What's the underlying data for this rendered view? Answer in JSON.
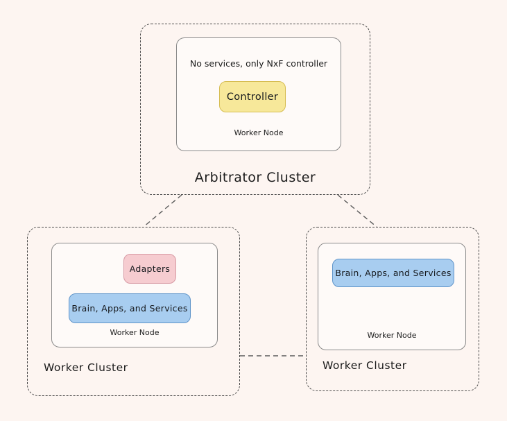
{
  "diagram": {
    "background_color": "#fdf5f1",
    "clusters": [
      {
        "id": "arbitrator",
        "label": "Arbitrator Cluster",
        "node": {
          "label": "Worker Node",
          "note": "No services, only NxF controller",
          "pills": [
            {
              "label": "Controller",
              "color": "#f7e89a",
              "border_color": "#d6bd52"
            }
          ]
        }
      },
      {
        "id": "worker-left",
        "label": "Worker Cluster",
        "node": {
          "label": "Worker Node",
          "pills": [
            {
              "label": "Adapters",
              "color": "#f6ccd0",
              "border_color": "#d79aa4"
            },
            {
              "label": "Brain, Apps, and Services",
              "color": "#a8cdf0",
              "border_color": "#5f94c9"
            }
          ]
        }
      },
      {
        "id": "worker-right",
        "label": "Worker Cluster",
        "node": {
          "label": "Worker Node",
          "pills": [
            {
              "label": "Brain, Apps, and Services",
              "color": "#a8cdf0",
              "border_color": "#5f94c9"
            }
          ]
        }
      }
    ],
    "connectors": [
      {
        "from": "arbitrator",
        "to": "worker-left",
        "style": "dashed"
      },
      {
        "from": "arbitrator",
        "to": "worker-right",
        "style": "dashed"
      },
      {
        "from": "worker-left",
        "to": "worker-right",
        "style": "dashed"
      }
    ]
  }
}
